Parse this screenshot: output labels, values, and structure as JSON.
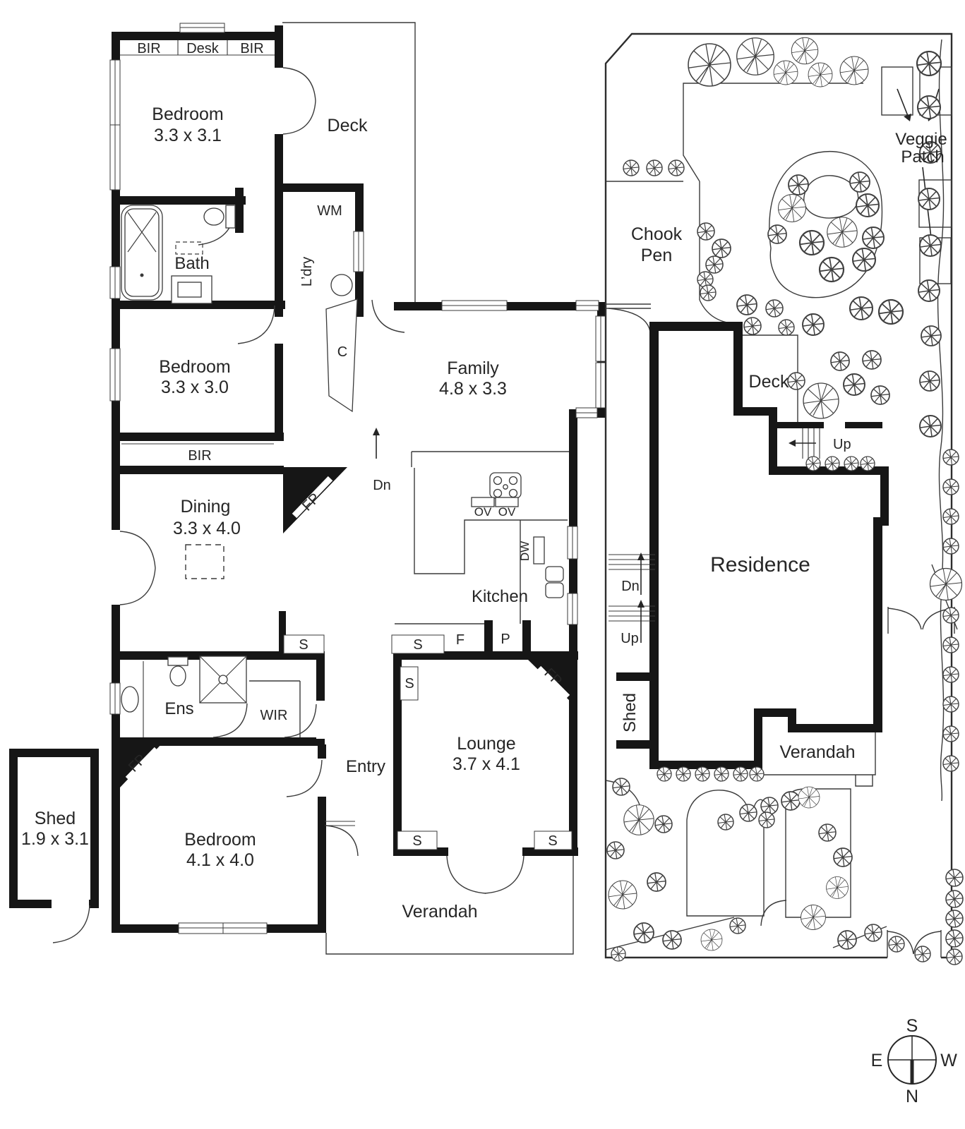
{
  "floorplan": {
    "rooms": {
      "bedroom1": {
        "name": "Bedroom",
        "dims": "3.3 x 3.1"
      },
      "deck": {
        "name": "Deck"
      },
      "bath": {
        "name": "Bath"
      },
      "laundry": {
        "name": "L’dry"
      },
      "bedroom2": {
        "name": "Bedroom",
        "dims": "3.3 x 3.0"
      },
      "family": {
        "name": "Family",
        "dims": "4.8 x 3.3"
      },
      "dining": {
        "name": "Dining",
        "dims": "3.3 x 4.0"
      },
      "kitchen": {
        "name": "Kitchen"
      },
      "ens": {
        "name": "Ens"
      },
      "wir": {
        "name": "WIR"
      },
      "entry": {
        "name": "Entry"
      },
      "lounge": {
        "name": "Lounge",
        "dims": "3.7 x 4.1"
      },
      "bedroom3": {
        "name": "Bedroom",
        "dims": "4.1 x 4.0"
      },
      "shed": {
        "name": "Shed",
        "dims": "1.9 x 3.1"
      },
      "verandah": {
        "name": "Verandah"
      }
    },
    "fixtures": {
      "bir": "BIR",
      "desk": "Desk",
      "wm": "WM",
      "c": "C",
      "s": "S",
      "f": "F",
      "p": "P",
      "ov": "OV",
      "dw": "DW",
      "fp": "FP"
    },
    "stairs": {
      "dn": "Dn"
    }
  },
  "siteplan": {
    "labels": {
      "chook1": "Chook",
      "chook2": "Pen",
      "veggie1": "Veggie",
      "veggie2": "Patch",
      "deck": "Deck",
      "residence": "Residence",
      "shed": "Shed",
      "verandah": "Verandah",
      "up_deck": "Up",
      "dn": "Dn",
      "up": "Up"
    }
  },
  "compass": {
    "n": "N",
    "s": "S",
    "e": "E",
    "w": "W"
  }
}
